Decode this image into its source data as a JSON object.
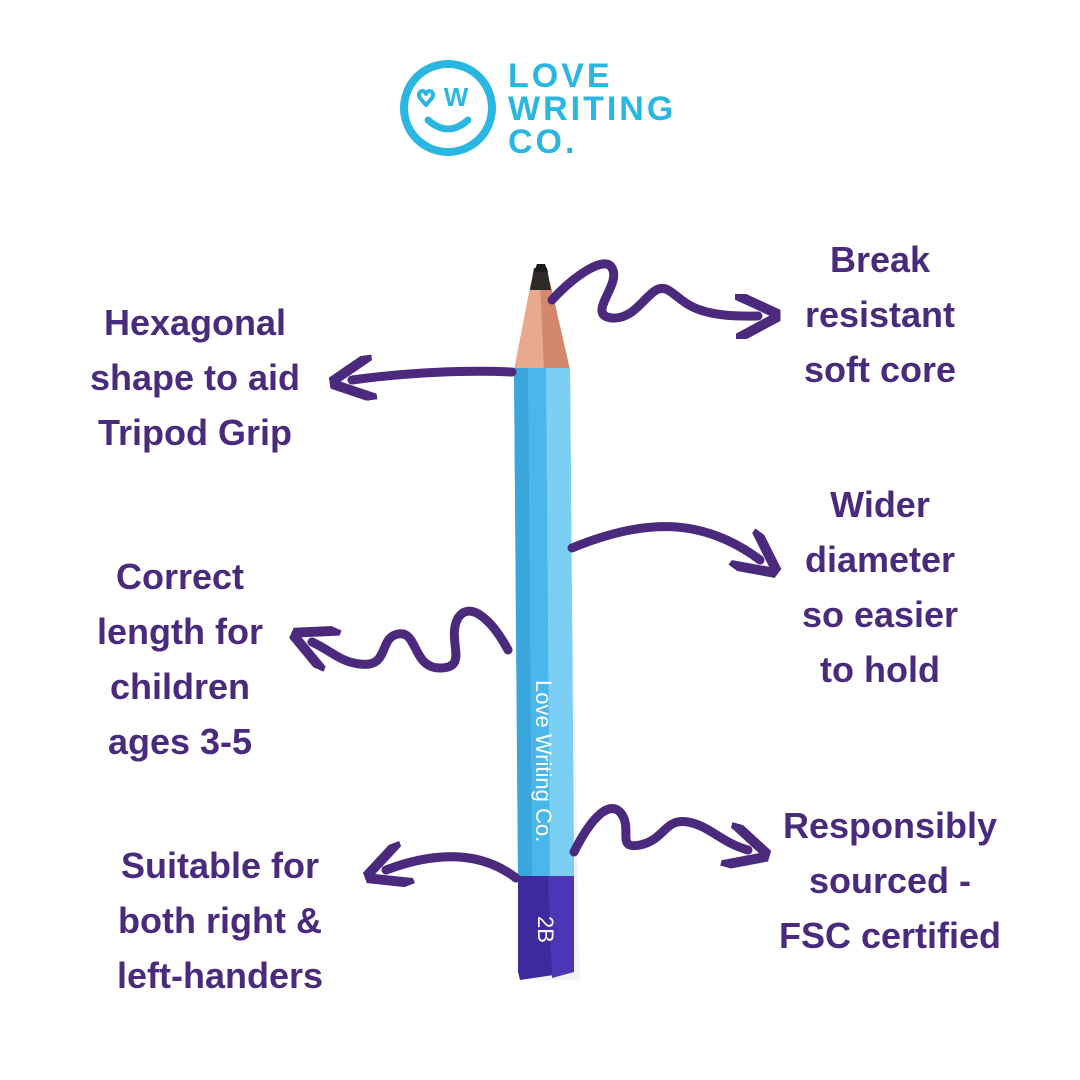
{
  "brand": {
    "name_lines": [
      "LOVE",
      "WRITING",
      "CO."
    ],
    "logo_icon": "smiley-heart-w-icon",
    "color": "#29b6e0"
  },
  "pencil": {
    "imprint": "Love Writing Co.",
    "grade": "2B",
    "body_color": "#4ab6ea",
    "cap_color": "#3d2a9c"
  },
  "features": {
    "hexagonal": [
      "Hexagonal",
      "shape to aid",
      "Tripod Grip"
    ],
    "length": [
      "Correct",
      "length for",
      "children",
      "ages 3-5"
    ],
    "handed": [
      "Suitable for",
      "both right &",
      "left-handers"
    ],
    "break": [
      "Break",
      "resistant",
      "soft core"
    ],
    "wider": [
      "Wider",
      "diameter",
      "so easier",
      "to hold"
    ],
    "responsible": [
      "Responsibly",
      "sourced -",
      "FSC certified"
    ]
  },
  "colors": {
    "text": "#4a2a7c",
    "arrow": "#4b2a7e"
  }
}
